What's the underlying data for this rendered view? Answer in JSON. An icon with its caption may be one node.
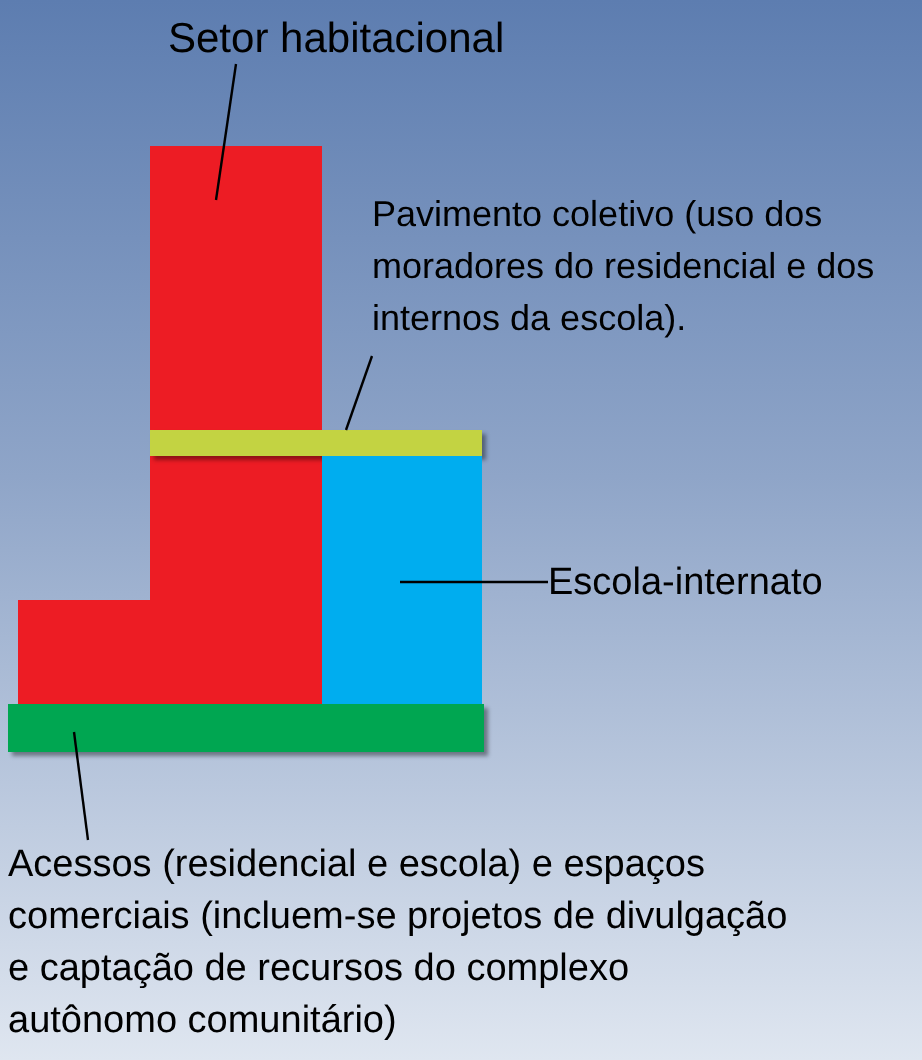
{
  "diagram": {
    "nodes": [
      {
        "text": [
          "Setor habitacional"
        ]
      },
      {
        "text": [],
        "shape": "box"
      },
      {
        "text": [
          "Pavimento coletivo (uso dos moradores do residencial e dos internos da escola)."
        ]
      },
      {
        "text": [],
        "shape": "bar"
      },
      {
        "text": [
          "Escola-internato"
        ]
      },
      {
        "text": [],
        "shape": "box"
      },
      {
        "text": [],
        "shape": "bar"
      },
      {
        "text": [
          "Acessos (residencial e escola) e espaços comerciais (incluem-se projetos de divulgação e captação de recursos do complexo autônomo comunitário)"
        ]
      }
    ],
    "edges": [
      {
        "from": 0,
        "to": 1,
        "arrow": "none"
      },
      {
        "from": 2,
        "to": 3,
        "arrow": "none"
      },
      {
        "from": 4,
        "to": 5,
        "arrow": "none"
      },
      {
        "from": 7,
        "to": 6,
        "arrow": "none"
      }
    ]
  }
}
